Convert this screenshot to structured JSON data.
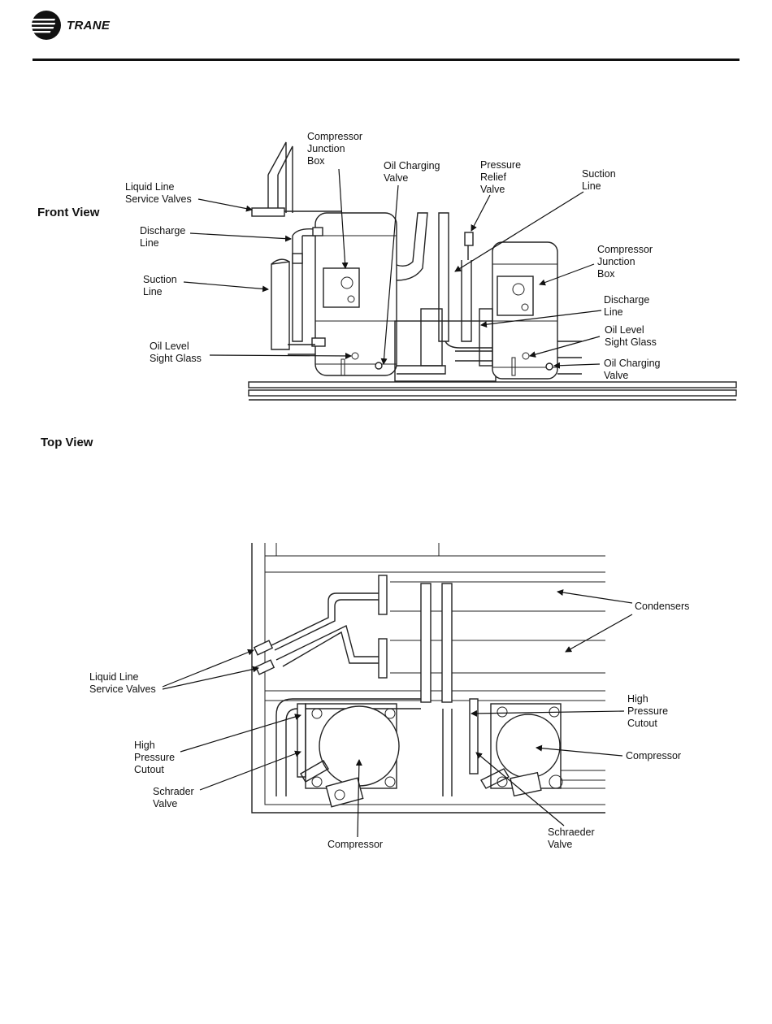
{
  "brand": {
    "name": "TRANE"
  },
  "views": {
    "front": "Front View",
    "top": "Top View"
  },
  "front_labels": {
    "compressor_junction_box_left": "Compressor\nJunction\nBox",
    "oil_charging_valve_top": "Oil Charging\nValve",
    "pressure_relief_valve": "Pressure\nRelief\nValve",
    "suction_line_right": "Suction\nLine",
    "liquid_line_service_valves": "Liquid Line\nService Valves",
    "discharge_line_left": "Discharge\nLine",
    "suction_line_left": "Suction\nLine",
    "compressor_junction_box_right": "Compressor\nJunction\nBox",
    "discharge_line_right": "Discharge\nLine",
    "oil_level_sight_glass_left": "Oil Level\nSight Glass",
    "oil_level_sight_glass_right": "Oil Level\nSight Glass",
    "oil_charging_valve_bottom": "Oil Charging\nValve"
  },
  "top_labels": {
    "condensers": "Condensers",
    "liquid_line_service_valves": "Liquid Line\nService Valves",
    "high_pressure_cutout_left": "High\nPressure\nCutout",
    "high_pressure_cutout_right": "High\nPressure\nCutout",
    "compressor_right": "Compressor",
    "schrader_valve": "Schrader\nValve",
    "compressor_bottom": "Compressor",
    "schraeder_valve": "Schraeder\nValve"
  }
}
